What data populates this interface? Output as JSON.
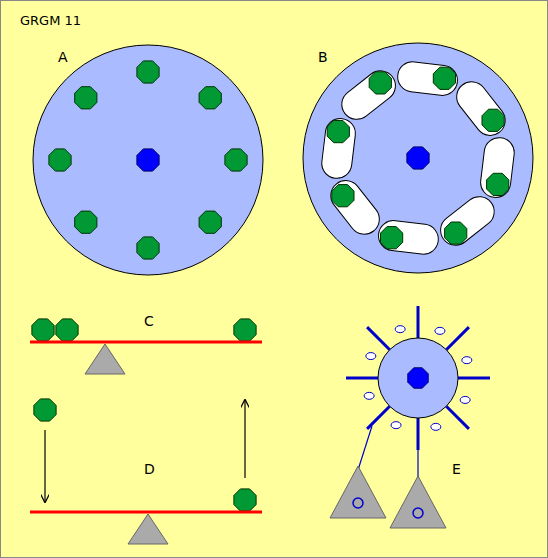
{
  "diagram": {
    "title": "GRGM 11",
    "labels": [
      "A",
      "B",
      "C",
      "D",
      "E"
    ]
  }
}
